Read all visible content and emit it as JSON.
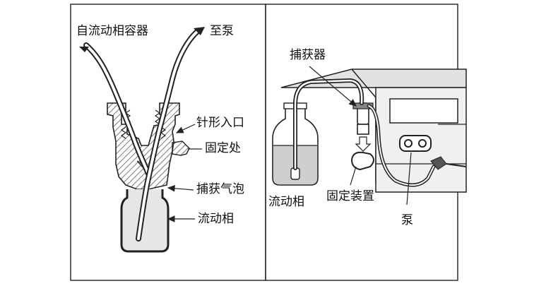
{
  "left_panel": {
    "label_source": "自流动相容器",
    "label_pump": "至泵",
    "label_needle_inlet": "针形入口",
    "label_fixing_point": "固定处",
    "label_trapped_bubbles": "捕获气泡",
    "label_mobile_phase": "流动相"
  },
  "right_panel": {
    "label_trap": "捕获器",
    "label_mobile_phase": "流动相",
    "label_fixture": "固定装置",
    "label_pump": "泵"
  },
  "colors": {
    "line": "#222222",
    "hatch": "#555555",
    "panel_gray": "#e4e4e4",
    "liquid_gray": "#cfcfcf"
  }
}
